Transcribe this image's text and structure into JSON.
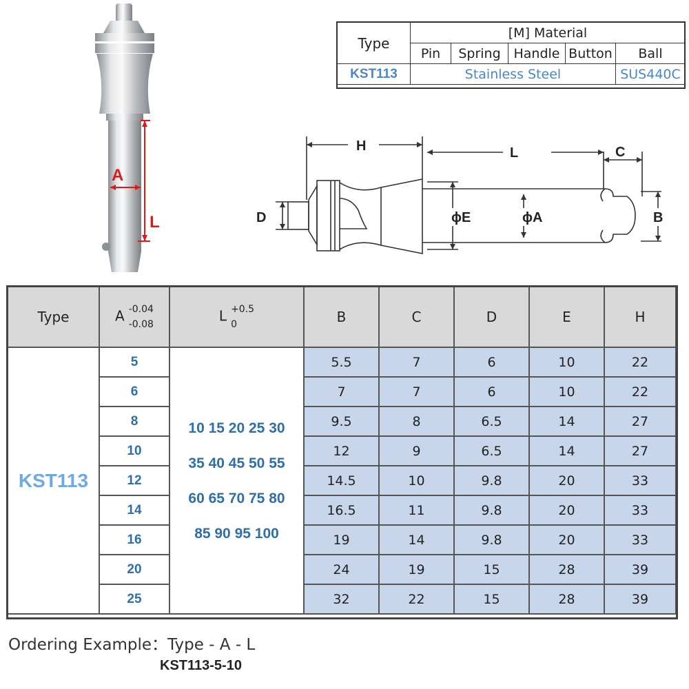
{
  "material_table": {
    "header_type": "Type",
    "header_material": "[M] Material",
    "columns": [
      "Pin",
      "Spring",
      "Handle",
      "Button",
      "Ball"
    ],
    "row_type": "KST113",
    "row_material": "Stainless Steel",
    "row_ball": "SUS440C"
  },
  "photo_labels": {
    "a": "A",
    "l": "L"
  },
  "drawing_labels": {
    "h": "H",
    "l": "L",
    "c": "C",
    "d": "D",
    "e": "ϕE",
    "a": "ϕA",
    "b": "B"
  },
  "spec_table": {
    "headers": {
      "type": "Type",
      "a": "A",
      "a_tol_upper": "-0.04",
      "a_tol_lower": "-0.08",
      "l": "L",
      "l_tol_upper": "+0.5",
      "l_tol_lower": "0",
      "b": "B",
      "c": "C",
      "d": "D",
      "e": "E",
      "h": "H"
    },
    "type_value": "KST113",
    "l_lines": [
      "10 15 20 25 30",
      "35 40 45 50 55",
      "60 65 70 75 80",
      "85 90 95 100"
    ],
    "rows": [
      {
        "a": "5",
        "b": "5.5",
        "c": "7",
        "d": "6",
        "e": "10",
        "h": "22"
      },
      {
        "a": "6",
        "b": "7",
        "c": "7",
        "d": "6",
        "e": "10",
        "h": "22"
      },
      {
        "a": "8",
        "b": "9.5",
        "c": "8",
        "d": "6.5",
        "e": "14",
        "h": "27"
      },
      {
        "a": "10",
        "b": "12",
        "c": "9",
        "d": "6.5",
        "e": "14",
        "h": "27"
      },
      {
        "a": "12",
        "b": "14.5",
        "c": "10",
        "d": "9.8",
        "e": "20",
        "h": "33"
      },
      {
        "a": "14",
        "b": "16.5",
        "c": "11",
        "d": "9.8",
        "e": "20",
        "h": "33"
      },
      {
        "a": "16",
        "b": "19",
        "c": "14",
        "d": "9.8",
        "e": "20",
        "h": "33"
      },
      {
        "a": "20",
        "b": "24",
        "c": "19",
        "d": "15",
        "e": "28",
        "h": "39"
      },
      {
        "a": "25",
        "b": "32",
        "c": "22",
        "d": "15",
        "e": "28",
        "h": "39"
      }
    ]
  },
  "ordering": {
    "label": "Ordering Example：Type  - A - L",
    "example": "KST113-5-10"
  }
}
